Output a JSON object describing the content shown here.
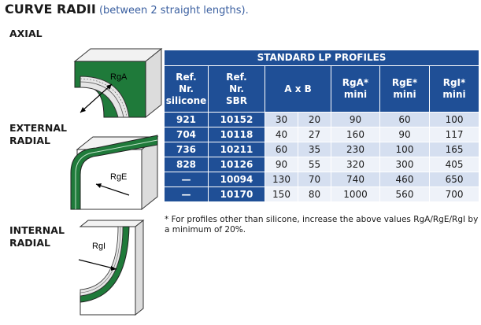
{
  "title": {
    "main": "CURVE RADII",
    "sub": " (between 2 straight lengths)."
  },
  "figures": {
    "axial": {
      "caption": "AXIAL",
      "label": "RgA"
    },
    "external": {
      "caption_line1": "EXTERNAL",
      "caption_line2": "RADIAL",
      "label": "RgE"
    },
    "internal": {
      "caption_line1": "INTERNAL",
      "caption_line2": "RADIAL",
      "label": "RgI"
    }
  },
  "table": {
    "title": "STANDARD LP PROFILES",
    "headers": {
      "ref_silicone": [
        "Ref.",
        "Nr.",
        "silicone"
      ],
      "ref_sbr": [
        "Ref.",
        "Nr.",
        "SBR"
      ],
      "axb": "A x B",
      "rga": [
        "RgA*",
        "mini"
      ],
      "rge": [
        "RgE*",
        "mini"
      ],
      "rgi": [
        "RgI*",
        "mini"
      ]
    },
    "rows": [
      [
        "921",
        "10152",
        "30",
        "20",
        "90",
        "60",
        "100"
      ],
      [
        "704",
        "10118",
        "40",
        "27",
        "160",
        "90",
        "117"
      ],
      [
        "736",
        "10211",
        "60",
        "35",
        "230",
        "100",
        "165"
      ],
      [
        "828",
        "10126",
        "90",
        "55",
        "320",
        "300",
        "405"
      ],
      [
        "—",
        "10094",
        "130",
        "70",
        "740",
        "460",
        "650"
      ],
      [
        "—",
        "10170",
        "150",
        "80",
        "1000",
        "560",
        "700"
      ]
    ]
  },
  "note": "* For profiles other than silicone, increase the above values RgA/RgE/RgI by a minimum of 20%.",
  "colors": {
    "header_blue": "#1f4f96",
    "row_light": "#d5dff0",
    "row_lighter": "#eef2f9",
    "profile_green": "#1f7a3a",
    "subtitle_blue": "#3a5fa0"
  }
}
